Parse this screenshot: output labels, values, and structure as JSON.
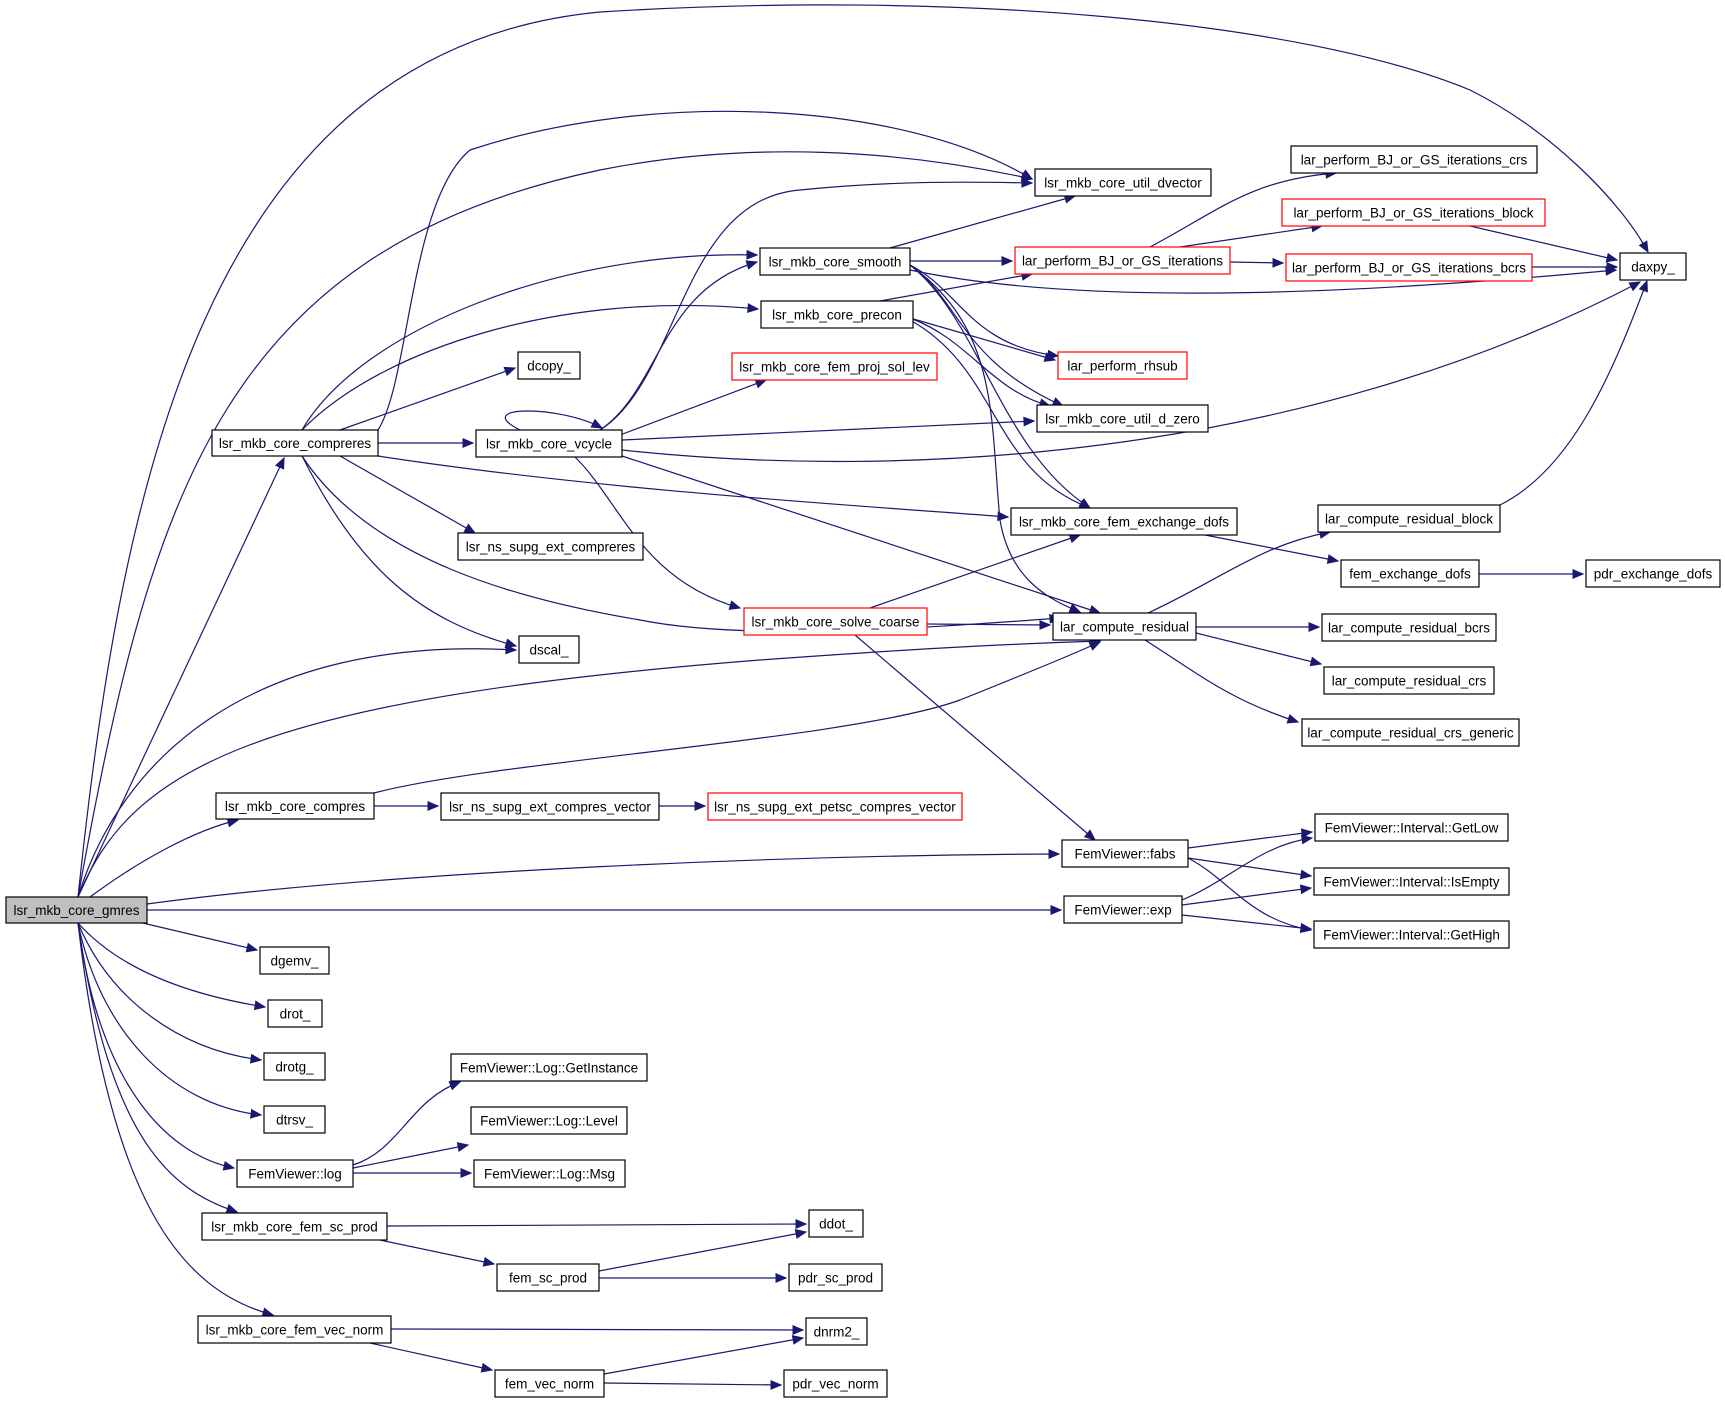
{
  "graph": {
    "nodes": [
      {
        "id": "gmres",
        "label": "lsr_mkb_core_gmres",
        "style": "root"
      },
      {
        "id": "compreres",
        "label": "lsr_mkb_core_compreres",
        "style": "normal"
      },
      {
        "id": "compres",
        "label": "lsr_mkb_core_compres",
        "style": "normal"
      },
      {
        "id": "dscal",
        "label": "dscal_",
        "style": "normal"
      },
      {
        "id": "lar_compute_residual",
        "label": "lar_compute_residual",
        "style": "normal"
      },
      {
        "id": "daxpy",
        "label": "daxpy_",
        "style": "normal"
      },
      {
        "id": "dgemv",
        "label": "dgemv_",
        "style": "normal"
      },
      {
        "id": "drot",
        "label": "drot_",
        "style": "normal"
      },
      {
        "id": "drotg",
        "label": "drotg_",
        "style": "normal"
      },
      {
        "id": "dtrsv",
        "label": "dtrsv_",
        "style": "normal"
      },
      {
        "id": "fv_log",
        "label": "FemViewer::log",
        "style": "normal"
      },
      {
        "id": "fem_sc_prod_core",
        "label": "lsr_mkb_core_fem_sc_prod",
        "style": "normal"
      },
      {
        "id": "fem_vec_norm_core",
        "label": "lsr_mkb_core_fem_vec_norm",
        "style": "normal"
      },
      {
        "id": "fv_fabs",
        "label": "FemViewer::fabs",
        "style": "normal"
      },
      {
        "id": "fv_exp",
        "label": "FemViewer::exp",
        "style": "normal"
      },
      {
        "id": "util_dvector",
        "label": "lsr_mkb_core_util_dvector",
        "style": "normal"
      },
      {
        "id": "smooth",
        "label": "lsr_mkb_core_smooth",
        "style": "normal"
      },
      {
        "id": "precon",
        "label": "lsr_mkb_core_precon",
        "style": "normal"
      },
      {
        "id": "dcopy",
        "label": "dcopy_",
        "style": "normal"
      },
      {
        "id": "vcycle",
        "label": "lsr_mkb_core_vcycle",
        "style": "normal"
      },
      {
        "id": "ns_compreres",
        "label": "lsr_ns_supg_ext_compreres",
        "style": "normal"
      },
      {
        "id": "exchange_dofs",
        "label": "lsr_mkb_core_fem_exchange_dofs",
        "style": "normal"
      },
      {
        "id": "ns_compres_vector",
        "label": "lsr_ns_supg_ext_compres_vector",
        "style": "normal"
      },
      {
        "id": "petsc_compres_vector",
        "label": "lsr_ns_supg_ext_petsc_compres_vector",
        "style": "red"
      },
      {
        "id": "lar_bj_gs",
        "label": "lar_perform_BJ_or_GS_iterations",
        "style": "red"
      },
      {
        "id": "rhsub",
        "label": "lar_perform_rhsub",
        "style": "red"
      },
      {
        "id": "util_d_zero",
        "label": "lsr_mkb_core_util_d_zero",
        "style": "normal"
      },
      {
        "id": "proj_sol_lev",
        "label": "lsr_mkb_core_fem_proj_sol_lev",
        "style": "red"
      },
      {
        "id": "solve_coarse",
        "label": "lsr_mkb_core_solve_coarse",
        "style": "red"
      },
      {
        "id": "bj_gs_crs",
        "label": "lar_perform_BJ_or_GS_iterations_crs",
        "style": "normal"
      },
      {
        "id": "bj_gs_block",
        "label": "lar_perform_BJ_or_GS_iterations_block",
        "style": "red"
      },
      {
        "id": "bj_gs_bcrs",
        "label": "lar_perform_BJ_or_GS_iterations_bcrs",
        "style": "red"
      },
      {
        "id": "res_block",
        "label": "lar_compute_residual_block",
        "style": "normal"
      },
      {
        "id": "res_bcrs",
        "label": "lar_compute_residual_bcrs",
        "style": "normal"
      },
      {
        "id": "res_crs",
        "label": "lar_compute_residual_crs",
        "style": "normal"
      },
      {
        "id": "res_crs_generic",
        "label": "lar_compute_residual_crs_generic",
        "style": "normal"
      },
      {
        "id": "fem_exchange_dofs",
        "label": "fem_exchange_dofs",
        "style": "normal"
      },
      {
        "id": "pdr_exchange_dofs",
        "label": "pdr_exchange_dofs",
        "style": "normal"
      },
      {
        "id": "get_low",
        "label": "FemViewer::Interval::GetLow",
        "style": "normal"
      },
      {
        "id": "is_empty",
        "label": "FemViewer::Interval::IsEmpty",
        "style": "normal"
      },
      {
        "id": "get_high",
        "label": "FemViewer::Interval::GetHigh",
        "style": "normal"
      },
      {
        "id": "log_get_instance",
        "label": "FemViewer::Log::GetInstance",
        "style": "normal"
      },
      {
        "id": "log_level",
        "label": "FemViewer::Log::Level",
        "style": "normal"
      },
      {
        "id": "log_msg",
        "label": "FemViewer::Log::Msg",
        "style": "normal"
      },
      {
        "id": "ddot",
        "label": "ddot_",
        "style": "normal"
      },
      {
        "id": "fem_sc_prod",
        "label": "fem_sc_prod",
        "style": "normal"
      },
      {
        "id": "pdr_sc_prod",
        "label": "pdr_sc_prod",
        "style": "normal"
      },
      {
        "id": "dnrm2",
        "label": "dnrm2_",
        "style": "normal"
      },
      {
        "id": "fem_vec_norm",
        "label": "fem_vec_norm",
        "style": "normal"
      },
      {
        "id": "pdr_vec_norm",
        "label": "pdr_vec_norm",
        "style": "normal"
      }
    ],
    "edges": [
      [
        "gmres",
        "compreres"
      ],
      [
        "gmres",
        "compres"
      ],
      [
        "gmres",
        "dscal"
      ],
      [
        "gmres",
        "lar_compute_residual"
      ],
      [
        "gmres",
        "daxpy"
      ],
      [
        "gmres",
        "dgemv"
      ],
      [
        "gmres",
        "drot"
      ],
      [
        "gmres",
        "drotg"
      ],
      [
        "gmres",
        "dtrsv"
      ],
      [
        "gmres",
        "fv_log"
      ],
      [
        "gmres",
        "fem_sc_prod_core"
      ],
      [
        "gmres",
        "fem_vec_norm_core"
      ],
      [
        "gmres",
        "fv_fabs"
      ],
      [
        "gmres",
        "fv_exp"
      ],
      [
        "gmres",
        "util_dvector"
      ],
      [
        "compreres",
        "util_dvector"
      ],
      [
        "compreres",
        "smooth"
      ],
      [
        "compreres",
        "precon"
      ],
      [
        "compreres",
        "dcopy"
      ],
      [
        "compreres",
        "vcycle"
      ],
      [
        "compreres",
        "ns_compreres"
      ],
      [
        "compreres",
        "exchange_dofs"
      ],
      [
        "compreres",
        "dscal"
      ],
      [
        "compreres",
        "lar_compute_residual"
      ],
      [
        "smooth",
        "util_dvector"
      ],
      [
        "smooth",
        "lar_bj_gs"
      ],
      [
        "smooth",
        "rhsub"
      ],
      [
        "smooth",
        "daxpy"
      ],
      [
        "smooth",
        "util_d_zero"
      ],
      [
        "smooth",
        "exchange_dofs"
      ],
      [
        "smooth",
        "lar_compute_residual"
      ],
      [
        "precon",
        "lar_bj_gs"
      ],
      [
        "precon",
        "rhsub"
      ],
      [
        "precon",
        "util_d_zero"
      ],
      [
        "precon",
        "exchange_dofs"
      ],
      [
        "vcycle",
        "vcycle"
      ],
      [
        "vcycle",
        "util_dvector"
      ],
      [
        "vcycle",
        "smooth"
      ],
      [
        "vcycle",
        "proj_sol_lev"
      ],
      [
        "vcycle",
        "util_d_zero"
      ],
      [
        "vcycle",
        "daxpy"
      ],
      [
        "vcycle",
        "solve_coarse"
      ],
      [
        "vcycle",
        "lar_compute_residual"
      ],
      [
        "solve_coarse",
        "exchange_dofs"
      ],
      [
        "solve_coarse",
        "lar_compute_residual"
      ],
      [
        "solve_coarse",
        "fv_fabs"
      ],
      [
        "lar_bj_gs",
        "bj_gs_crs"
      ],
      [
        "lar_bj_gs",
        "bj_gs_block"
      ],
      [
        "lar_bj_gs",
        "bj_gs_bcrs"
      ],
      [
        "bj_gs_block",
        "daxpy"
      ],
      [
        "bj_gs_bcrs",
        "daxpy"
      ],
      [
        "res_block",
        "daxpy"
      ],
      [
        "exchange_dofs",
        "fem_exchange_dofs"
      ],
      [
        "fem_exchange_dofs",
        "pdr_exchange_dofs"
      ],
      [
        "lar_compute_residual",
        "res_block"
      ],
      [
        "lar_compute_residual",
        "res_bcrs"
      ],
      [
        "lar_compute_residual",
        "res_crs"
      ],
      [
        "lar_compute_residual",
        "res_crs_generic"
      ],
      [
        "compres",
        "lar_compute_residual"
      ],
      [
        "compres",
        "ns_compres_vector"
      ],
      [
        "ns_compres_vector",
        "petsc_compres_vector"
      ],
      [
        "fv_fabs",
        "get_low"
      ],
      [
        "fv_fabs",
        "is_empty"
      ],
      [
        "fv_fabs",
        "get_high"
      ],
      [
        "fv_exp",
        "get_low"
      ],
      [
        "fv_exp",
        "is_empty"
      ],
      [
        "fv_exp",
        "get_high"
      ],
      [
        "fv_log",
        "log_get_instance"
      ],
      [
        "fv_log",
        "log_level"
      ],
      [
        "fv_log",
        "log_msg"
      ],
      [
        "fem_sc_prod_core",
        "ddot"
      ],
      [
        "fem_sc_prod_core",
        "fem_sc_prod"
      ],
      [
        "fem_sc_prod",
        "ddot"
      ],
      [
        "fem_sc_prod",
        "pdr_sc_prod"
      ],
      [
        "fem_vec_norm_core",
        "dnrm2"
      ],
      [
        "fem_vec_norm_core",
        "fem_vec_norm"
      ],
      [
        "fem_vec_norm",
        "dnrm2"
      ],
      [
        "fem_vec_norm",
        "pdr_vec_norm"
      ]
    ]
  }
}
